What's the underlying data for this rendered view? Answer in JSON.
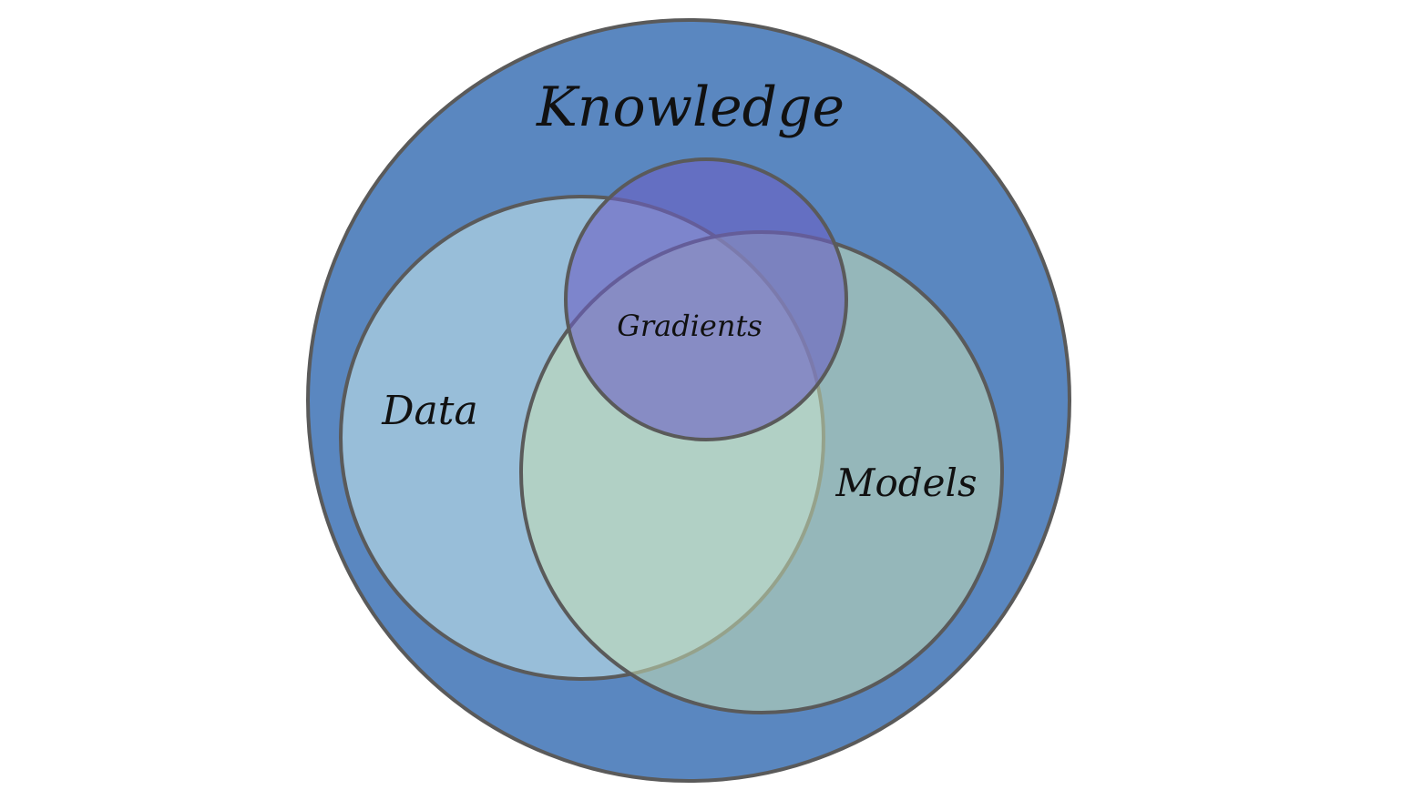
{
  "diagram": {
    "type": "venn",
    "sets": [
      {
        "id": "knowledge",
        "label": "Knowledge",
        "color": "#5a87c0",
        "opacity": 1.0
      },
      {
        "id": "data",
        "label": "Data",
        "color": "#98bed9",
        "opacity": 1.0
      },
      {
        "id": "models",
        "label": "Models",
        "color": "#c6dfb4",
        "opacity": 0.55
      },
      {
        "id": "gradients",
        "label": "Gradients",
        "color": "#6a5fc3",
        "opacity": 0.6
      }
    ],
    "relationships": [
      "data ⊂ knowledge",
      "models ⊂ knowledge",
      "gradients ⊂ knowledge",
      "gradients overlaps data",
      "gradients overlaps models",
      "data overlaps models"
    ],
    "stroke_color": "#5a5a5a",
    "background": "#ffffff"
  }
}
